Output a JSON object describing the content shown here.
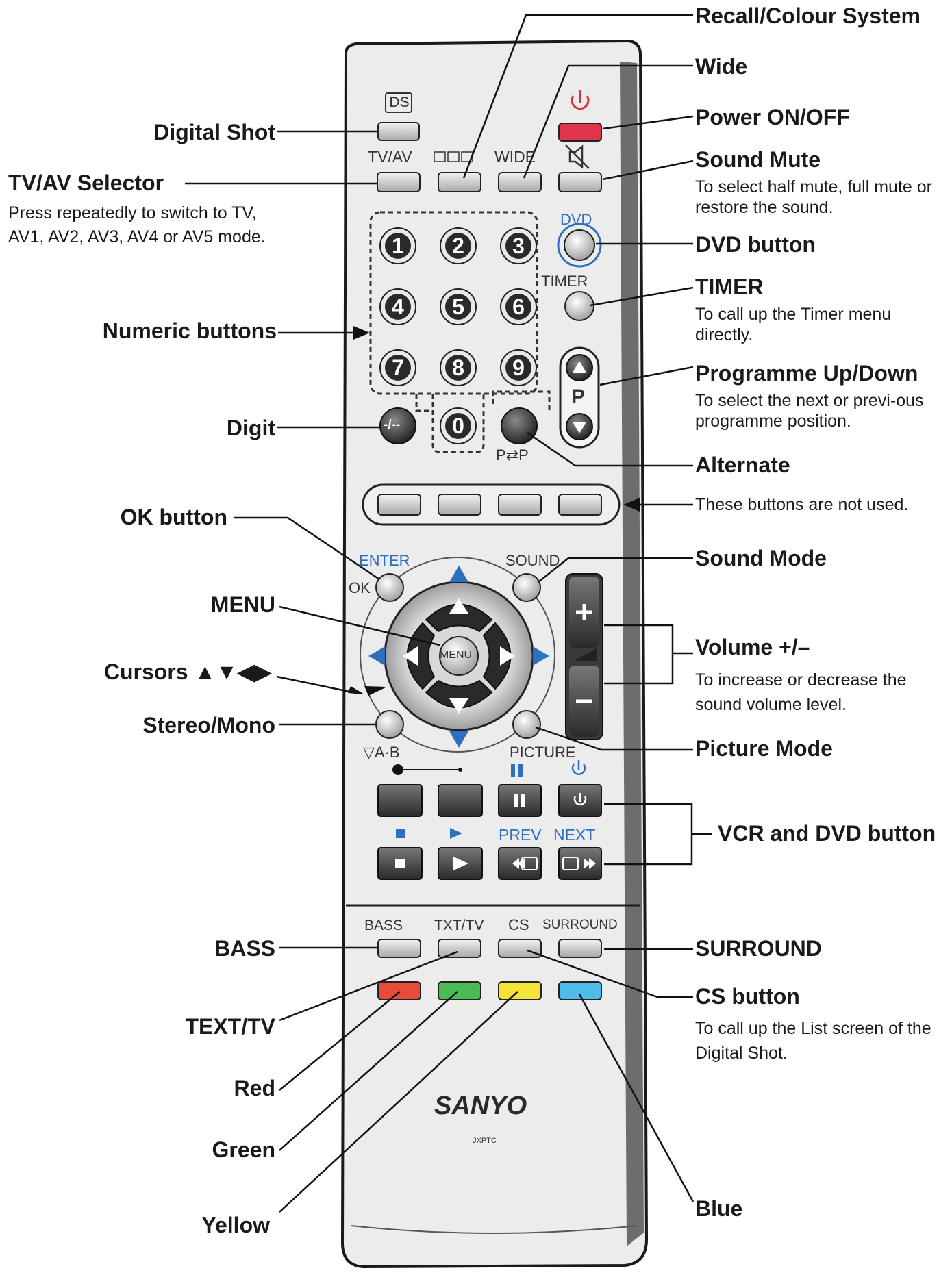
{
  "callouts": {
    "recall": "Recall/Colour System",
    "wide": "Wide",
    "power": "Power ON/OFF",
    "mute": "Sound Mute",
    "mute_desc": "To select half mute, full mute or restore the sound.",
    "dvd": "DVD button",
    "timer": "TIMER",
    "timer_desc": "To call up the Timer menu directly.",
    "prog": "Programme Up/Down",
    "prog_desc": "To select the next or previ-ous programme position.",
    "alternate": "Alternate",
    "notused": "These buttons are not used.",
    "soundmode": "Sound Mode",
    "volume": "Volume +/–",
    "volume_desc": "To increase or decrease the sound volume level.",
    "picture": "Picture Mode",
    "vcrdvd": "VCR and DVD button",
    "surround": "SURROUND",
    "cs": "CS button",
    "cs_desc": "To call up the List screen of the Digital Shot.",
    "blue": "Blue",
    "digitalshot": "Digital Shot",
    "tvav": "TV/AV Selector",
    "tvav_desc": "Press repeatedly to switch to TV, AV1, AV2, AV3, AV4 or AV5 mode.",
    "numeric": "Numeric buttons",
    "digit": "Digit",
    "ok": "OK button",
    "menu": "MENU",
    "cursors": "Cursors ▲▼◀▶",
    "stereo": "Stereo/Mono",
    "bass": "BASS",
    "texttv": "TEXT/TV",
    "red": "Red",
    "green": "Green",
    "yellow": "Yellow"
  },
  "remote": {
    "ds": "DS",
    "tvav": "TV/AV",
    "wide": "WIDE",
    "dvd": "DVD",
    "timer": "TIMER",
    "digits": [
      "1",
      "2",
      "3",
      "4",
      "5",
      "6",
      "7",
      "8",
      "9",
      "0"
    ],
    "digit_btn": "-/--",
    "p_label": "P",
    "pswap": "P⇄P",
    "enter": "ENTER",
    "ok": "OK",
    "sound": "SOUND",
    "menu": "MENU",
    "ab": "▽A·B",
    "picture": "PICTURE",
    "prev": "PREV",
    "next": "NEXT",
    "bass": "BASS",
    "txttv": "TXT/TV",
    "cs": "CS",
    "surround": "SURROUND",
    "brand": "SANYO",
    "model": "JXPTC"
  },
  "colors": {
    "body": "#ebebeb",
    "red": "#e84b3c",
    "green": "#4cbb55",
    "yellow": "#f4e43a",
    "blue": "#4fbbe8",
    "accent": "#2f6fbf",
    "power": "#e0344a"
  }
}
